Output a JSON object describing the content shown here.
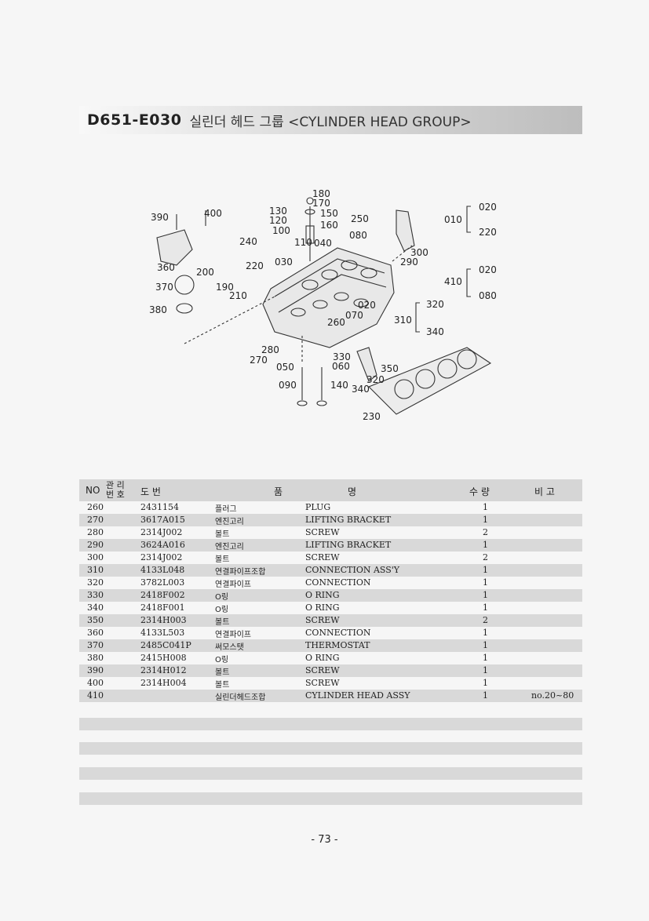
{
  "header": {
    "code": "D651-E030",
    "title": "실린더 헤드 그룹 <CYLINDER HEAD GROUP>"
  },
  "diagram": {
    "callouts": [
      "180",
      "170",
      "130",
      "120",
      "150",
      "250",
      "160",
      "100",
      "080",
      "240",
      "110",
      "040",
      "390",
      "400",
      "010",
      "020",
      "220",
      "300",
      "290",
      "360",
      "200",
      "220",
      "030",
      "190",
      "210",
      "370",
      "410",
      "020",
      "080",
      "380",
      "320",
      "310",
      "340",
      "020",
      "070",
      "260",
      "280",
      "270",
      "330",
      "060",
      "350",
      "050",
      "320",
      "090",
      "140",
      "340",
      "230"
    ]
  },
  "table": {
    "headers": {
      "no": "NO",
      "mgmt_top": "관 리",
      "mgmt_bottom": "번 호",
      "part_no": "도    번",
      "name_left": "품",
      "name_right": "명",
      "qty": "수    량",
      "remarks": "비    고"
    },
    "rows": [
      {
        "no": "260",
        "part": "2431154",
        "ko": "플러그",
        "en": "PLUG",
        "qty": "1",
        "rem": ""
      },
      {
        "no": "270",
        "part": "3617A015",
        "ko": "엔진고리",
        "en": "LIFTING BRACKET",
        "qty": "1",
        "rem": ""
      },
      {
        "no": "280",
        "part": "2314J002",
        "ko": "볼트",
        "en": "SCREW",
        "qty": "2",
        "rem": ""
      },
      {
        "no": "290",
        "part": "3624A016",
        "ko": "엔진고리",
        "en": "LIFTING BRACKET",
        "qty": "1",
        "rem": ""
      },
      {
        "no": "300",
        "part": "2314J002",
        "ko": "볼트",
        "en": "SCREW",
        "qty": "2",
        "rem": ""
      },
      {
        "no": "310",
        "part": "4133L048",
        "ko": "연결파이프조합",
        "en": "CONNECTION ASS'Y",
        "qty": "1",
        "rem": ""
      },
      {
        "no": "320",
        "part": "3782L003",
        "ko": "연결파이프",
        "en": "CONNECTION",
        "qty": "1",
        "rem": ""
      },
      {
        "no": "330",
        "part": "2418F002",
        "ko": "O링",
        "en": "O RING",
        "qty": "1",
        "rem": ""
      },
      {
        "no": "340",
        "part": "2418F001",
        "ko": "O링",
        "en": "O RING",
        "qty": "1",
        "rem": ""
      },
      {
        "no": "350",
        "part": "2314H003",
        "ko": "볼트",
        "en": "SCREW",
        "qty": "2",
        "rem": ""
      },
      {
        "no": "360",
        "part": "4133L503",
        "ko": "연결파이프",
        "en": "CONNECTION",
        "qty": "1",
        "rem": ""
      },
      {
        "no": "370",
        "part": "2485C041P",
        "ko": "써모스탯",
        "en": "THERMOSTAT",
        "qty": "1",
        "rem": ""
      },
      {
        "no": "380",
        "part": "2415H008",
        "ko": "O링",
        "en": "O RING",
        "qty": "1",
        "rem": ""
      },
      {
        "no": "390",
        "part": "2314H012",
        "ko": "볼트",
        "en": "SCREW",
        "qty": "1",
        "rem": ""
      },
      {
        "no": "400",
        "part": "2314H004",
        "ko": "볼트",
        "en": "SCREW",
        "qty": "1",
        "rem": ""
      },
      {
        "no": "410",
        "part": "",
        "ko": "실린더헤드조합",
        "en": "CYLINDER HEAD ASSY",
        "qty": "1",
        "rem": "no.20~80"
      }
    ]
  },
  "footer": {
    "page": "- 73 -"
  }
}
